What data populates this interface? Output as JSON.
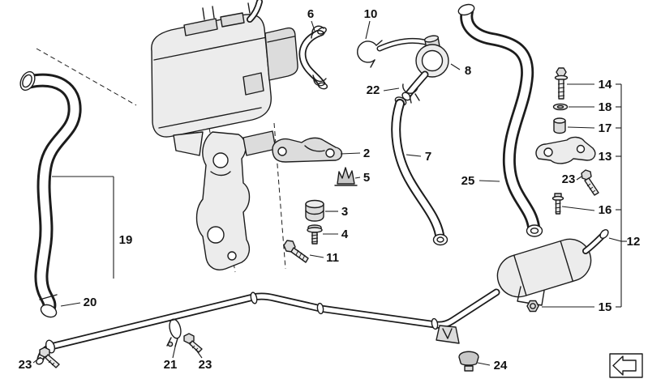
{
  "diagram": {
    "background": "#ffffff",
    "line_color": "#1c1c1c"
  },
  "callouts": [
    {
      "label": "6"
    },
    {
      "label": "10"
    },
    {
      "label": "8"
    },
    {
      "label": "22"
    },
    {
      "label": "14"
    },
    {
      "label": "18"
    },
    {
      "label": "17"
    },
    {
      "label": "13"
    },
    {
      "label": "23"
    },
    {
      "label": "16"
    },
    {
      "label": "12"
    },
    {
      "label": "15"
    },
    {
      "label": "2"
    },
    {
      "label": "5"
    },
    {
      "label": "7"
    },
    {
      "label": "25"
    },
    {
      "label": "3"
    },
    {
      "label": "4"
    },
    {
      "label": "11"
    },
    {
      "label": "19"
    },
    {
      "label": "20"
    },
    {
      "label": "23"
    },
    {
      "label": "21"
    },
    {
      "label": "23"
    },
    {
      "label": "24"
    }
  ],
  "icons": {
    "prev_diagram_arrow": "arrow-left"
  }
}
